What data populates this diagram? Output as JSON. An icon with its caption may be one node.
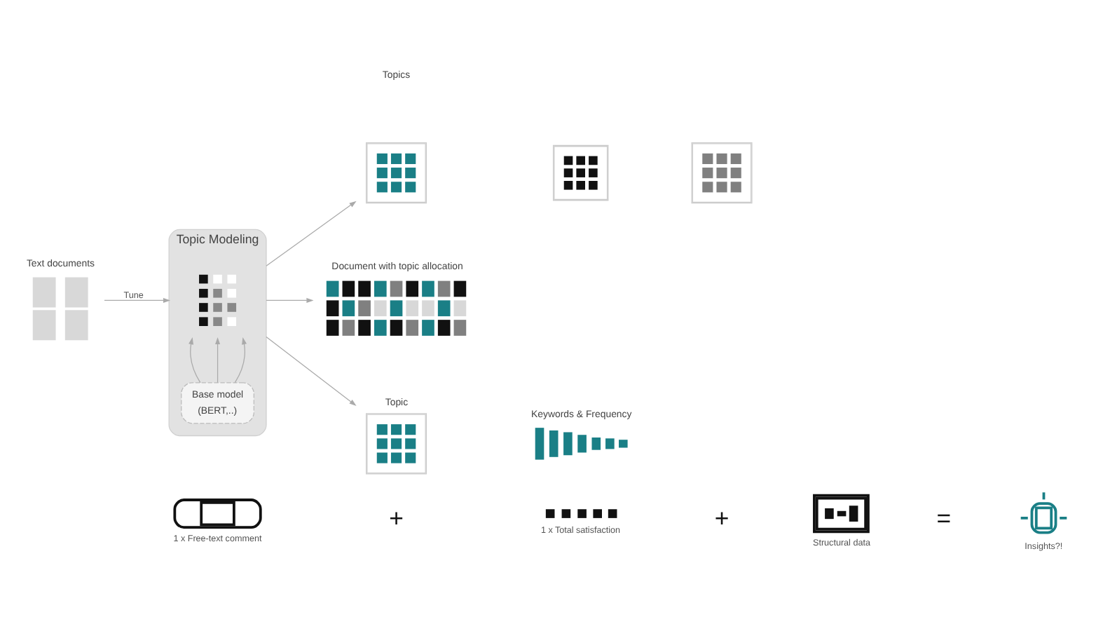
{
  "diagram": {
    "nodes": [
      {
        "text": [
          "Text documents"
        ]
      },
      {
        "text": [
          "Topic Modeling"
        ]
      },
      {
        "text": [],
        "shape": "picture",
        "in": 1
      },
      {
        "text": [
          "Base model",
          "(BERT,..)"
        ],
        "in": 1
      },
      {
        "text": [],
        "shape": "picture"
      },
      {
        "text": [],
        "shape": "picture"
      },
      {
        "text": [],
        "shape": "picture"
      },
      {
        "text": [
          "Document with topic allocation"
        ]
      },
      {
        "text": [
          "Topic"
        ]
      },
      {
        "text": [
          "Keywords & Frequency"
        ]
      },
      {
        "text": [],
        "shape": "picture",
        "beside": [
          "1 x Free-text comment"
        ]
      },
      {
        "text": [],
        "shape": "picture",
        "beside": [
          "1 x Total satisfaction"
        ]
      },
      {
        "text": [],
        "shape": "picture",
        "beside": [
          "Structural data"
        ]
      },
      {
        "text": [],
        "shape": "picture",
        "beside": [
          "Insights?!"
        ]
      }
    ],
    "edges": [
      {
        "from": 0,
        "to": 1,
        "arrow": "to",
        "label": "Tune"
      },
      {
        "from": 3,
        "to": 2,
        "arrow": "to"
      },
      {
        "from": 3,
        "to": 2,
        "arrow": "to"
      },
      {
        "from": 3,
        "to": 2,
        "arrow": "to"
      },
      {
        "from": 1,
        "to": 4,
        "arrow": "to"
      },
      {
        "from": 1,
        "to": 7,
        "arrow": "to"
      },
      {
        "from": 1,
        "to": 8,
        "arrow": "to"
      }
    ],
    "labels": [
      "Topics",
      "+",
      "+",
      "="
    ]
  }
}
